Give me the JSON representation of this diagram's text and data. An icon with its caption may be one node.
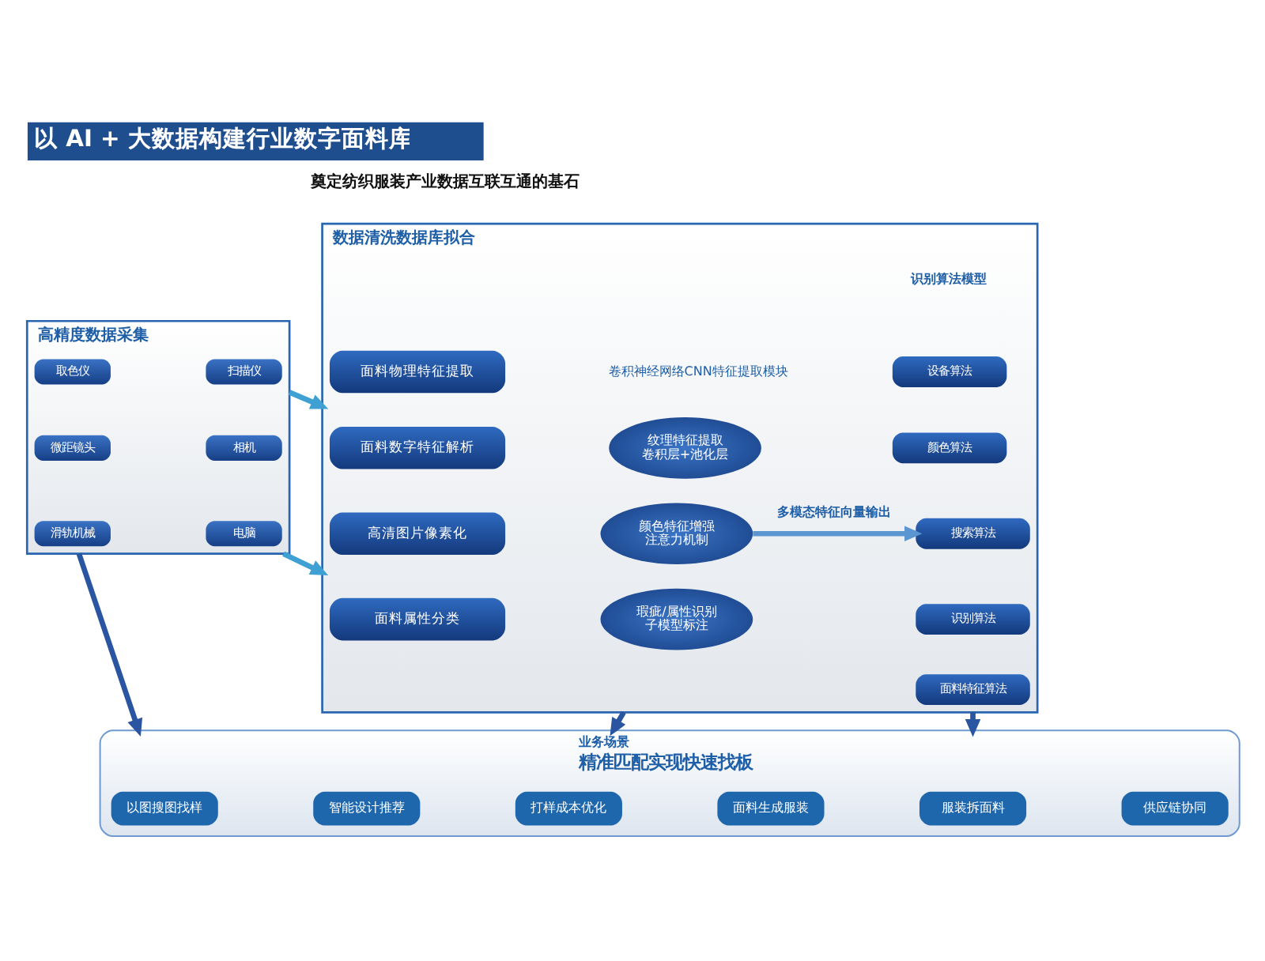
{
  "diagram": {
    "title": "以 AI + 大数据构建行业数字面料库",
    "nodes": [
      {
        "text": [
          "高精度数据采集"
        ]
      },
      {
        "text": [
          "取色仪"
        ],
        "in": 0
      },
      {
        "text": [
          "扫描仪"
        ],
        "in": 0
      },
      {
        "text": [
          "微距镜头"
        ],
        "in": 0
      },
      {
        "text": [
          "相机"
        ],
        "in": 0
      },
      {
        "text": [
          "滑轨机械"
        ],
        "in": 0
      },
      {
        "text": [
          "电脑"
        ],
        "in": 0
      },
      {
        "text": [
          "数据清洗数据库拟合"
        ]
      },
      {
        "text": [
          "面料物理特征提取"
        ],
        "in": 7
      },
      {
        "text": [
          "面料数字特征解析"
        ],
        "in": 7
      },
      {
        "text": [
          "高清图片像素化"
        ],
        "in": 7
      },
      {
        "text": [
          "面料属性分类"
        ],
        "in": 7
      },
      {
        "text": [
          "纹理特征提取",
          "卷积层+池化层"
        ],
        "in": 7
      },
      {
        "text": [
          "颜色特征增强",
          "注意力机制"
        ],
        "in": 7
      },
      {
        "text": [
          "瑕疵/属性识别",
          "子模型标注"
        ],
        "in": 7
      },
      {
        "text": [
          "设备算法"
        ],
        "in": 7
      },
      {
        "text": [
          "颜色算法"
        ],
        "in": 7
      },
      {
        "text": [
          "搜索算法"
        ],
        "in": 7
      },
      {
        "text": [
          "识别算法"
        ],
        "in": 7
      },
      {
        "text": [
          "面料特征算法"
        ],
        "in": 7
      },
      {
        "text": [
          "业务场景",
          "精准匹配实现快速找板"
        ]
      },
      {
        "text": [
          "以图搜图找样"
        ],
        "in": 20
      },
      {
        "text": [
          "智能设计推荐"
        ],
        "in": 20
      },
      {
        "text": [
          "打样成本优化"
        ],
        "in": 20
      },
      {
        "text": [
          "面料生成服装"
        ],
        "in": 20
      },
      {
        "text": [
          "服装拆面料"
        ],
        "in": 20
      },
      {
        "text": [
          "供应链协同"
        ],
        "in": 20
      }
    ],
    "edges": [
      {
        "from": 0,
        "to": 7,
        "arrow": "to",
        "color": "#3fa0d4"
      },
      {
        "from": 0,
        "to": 7,
        "arrow": "to",
        "color": "#3fa0d4"
      },
      {
        "from": 13,
        "to": 17,
        "arrow": "to",
        "label": "多模态特征向量输出",
        "color": "#5b96d0"
      },
      {
        "from": 0,
        "to": 20,
        "arrow": "to",
        "color": "#2a55a0"
      },
      {
        "from": 7,
        "to": 20,
        "arrow": "to",
        "color": "#2a55a0"
      },
      {
        "from": 7,
        "to": 20,
        "arrow": "to",
        "color": "#2a55a0"
      }
    ],
    "labels": [
      "奠定纺织服装产业数据互联互通的基石",
      "卷积神经网络CNN特征提取模块",
      "识别算法模型"
    ]
  }
}
